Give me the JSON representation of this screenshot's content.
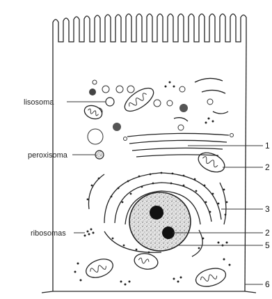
{
  "diagram": {
    "left_labels": [
      {
        "id": "lisosoma",
        "text": "lisosoma"
      },
      {
        "id": "peroxisoma",
        "text": "peroxisoma"
      },
      {
        "id": "ribosomas",
        "text": "ribosomas"
      }
    ],
    "right_labels": [
      {
        "id": "1",
        "text": "1"
      },
      {
        "id": "2a",
        "text": "2"
      },
      {
        "id": "3",
        "text": "3"
      },
      {
        "id": "2b",
        "text": "2"
      },
      {
        "id": "5",
        "text": "5"
      },
      {
        "id": "6",
        "text": "6"
      }
    ]
  }
}
